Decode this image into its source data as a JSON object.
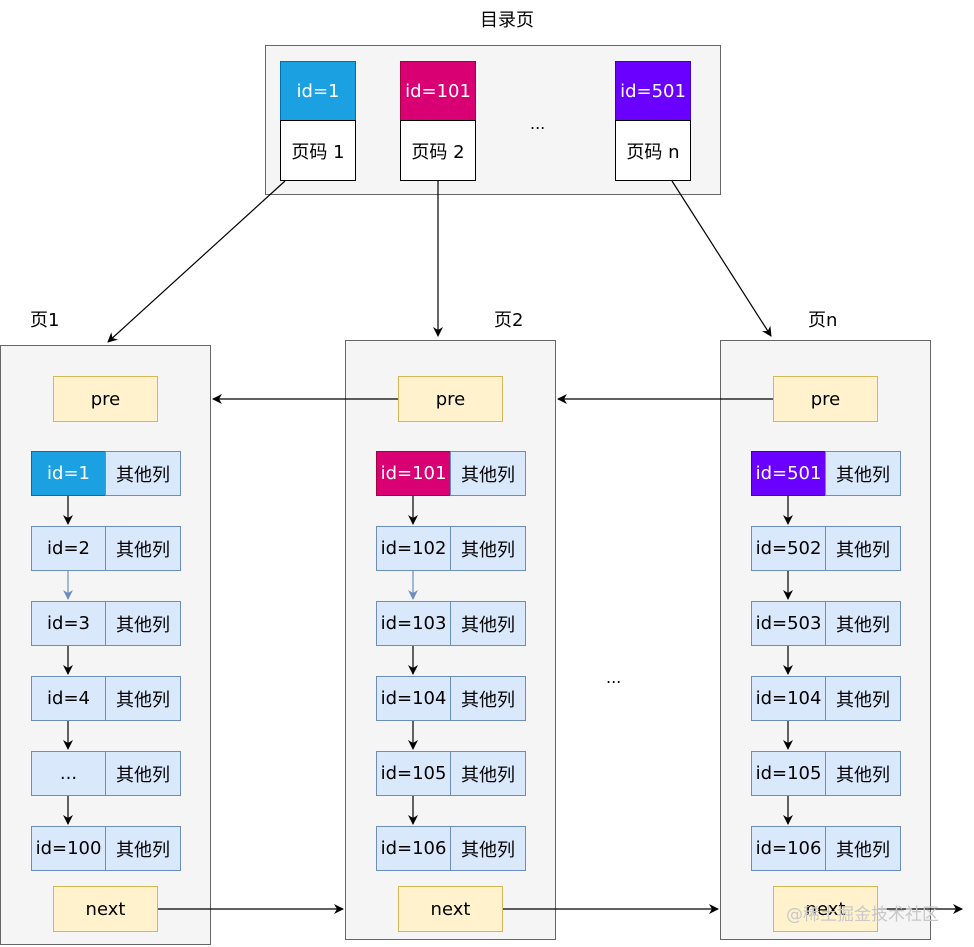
{
  "directory": {
    "title": "目录页",
    "entries": [
      {
        "id": "id=1",
        "page": "页码 1",
        "color": "#1ba1e2"
      },
      {
        "id": "id=101",
        "page": "页码 2",
        "color": "#d80073"
      },
      {
        "id": "id=501",
        "page": "页码 n",
        "color": "#6a00ff"
      }
    ],
    "ellipsis": "..."
  },
  "pages": [
    {
      "label": "页1",
      "pre": "pre",
      "next": "next",
      "rows": [
        {
          "id": "id=1",
          "col": "其他列"
        },
        {
          "id": "id=2",
          "col": "其他列"
        },
        {
          "id": "id=3",
          "col": "其他列"
        },
        {
          "id": "id=4",
          "col": "其他列"
        },
        {
          "id": "...",
          "col": "其他列"
        },
        {
          "id": "id=100",
          "col": "其他列"
        }
      ]
    },
    {
      "label": "页2",
      "pre": "pre",
      "next": "next",
      "rows": [
        {
          "id": "id=101",
          "col": "其他列"
        },
        {
          "id": "id=102",
          "col": "其他列"
        },
        {
          "id": "id=103",
          "col": "其他列"
        },
        {
          "id": "id=104",
          "col": "其他列"
        },
        {
          "id": "id=105",
          "col": "其他列"
        },
        {
          "id": "id=106",
          "col": "其他列"
        }
      ]
    },
    {
      "label": "页n",
      "pre": "pre",
      "next": "next",
      "rows": [
        {
          "id": "id=501",
          "col": "其他列"
        },
        {
          "id": "id=502",
          "col": "其他列"
        },
        {
          "id": "id=503",
          "col": "其他列"
        },
        {
          "id": "id=104",
          "col": "其他列"
        },
        {
          "id": "id=105",
          "col": "其他列"
        },
        {
          "id": "id=106",
          "col": "其他列"
        }
      ]
    }
  ],
  "between_pages_ellipsis": "...",
  "watermark": "@稀土掘金技术社区"
}
